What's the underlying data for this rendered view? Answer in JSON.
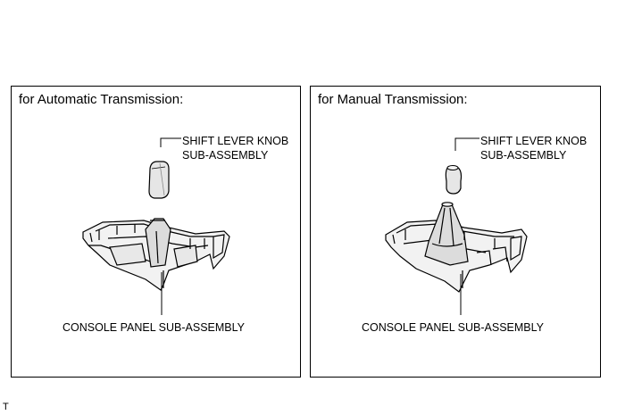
{
  "panels": [
    {
      "title": "for Automatic Transmission:",
      "knob_label_line1": "SHIFT LEVER KNOB",
      "knob_label_line2": "SUB-ASSEMBLY",
      "console_label": "CONSOLE PANEL SUB-ASSEMBLY"
    },
    {
      "title": "for Manual Transmission:",
      "knob_label_line1": "SHIFT LEVER KNOB",
      "knob_label_line2": "SUB-ASSEMBLY",
      "console_label": "CONSOLE PANEL SUB-ASSEMBLY"
    }
  ],
  "figure_code": "T"
}
